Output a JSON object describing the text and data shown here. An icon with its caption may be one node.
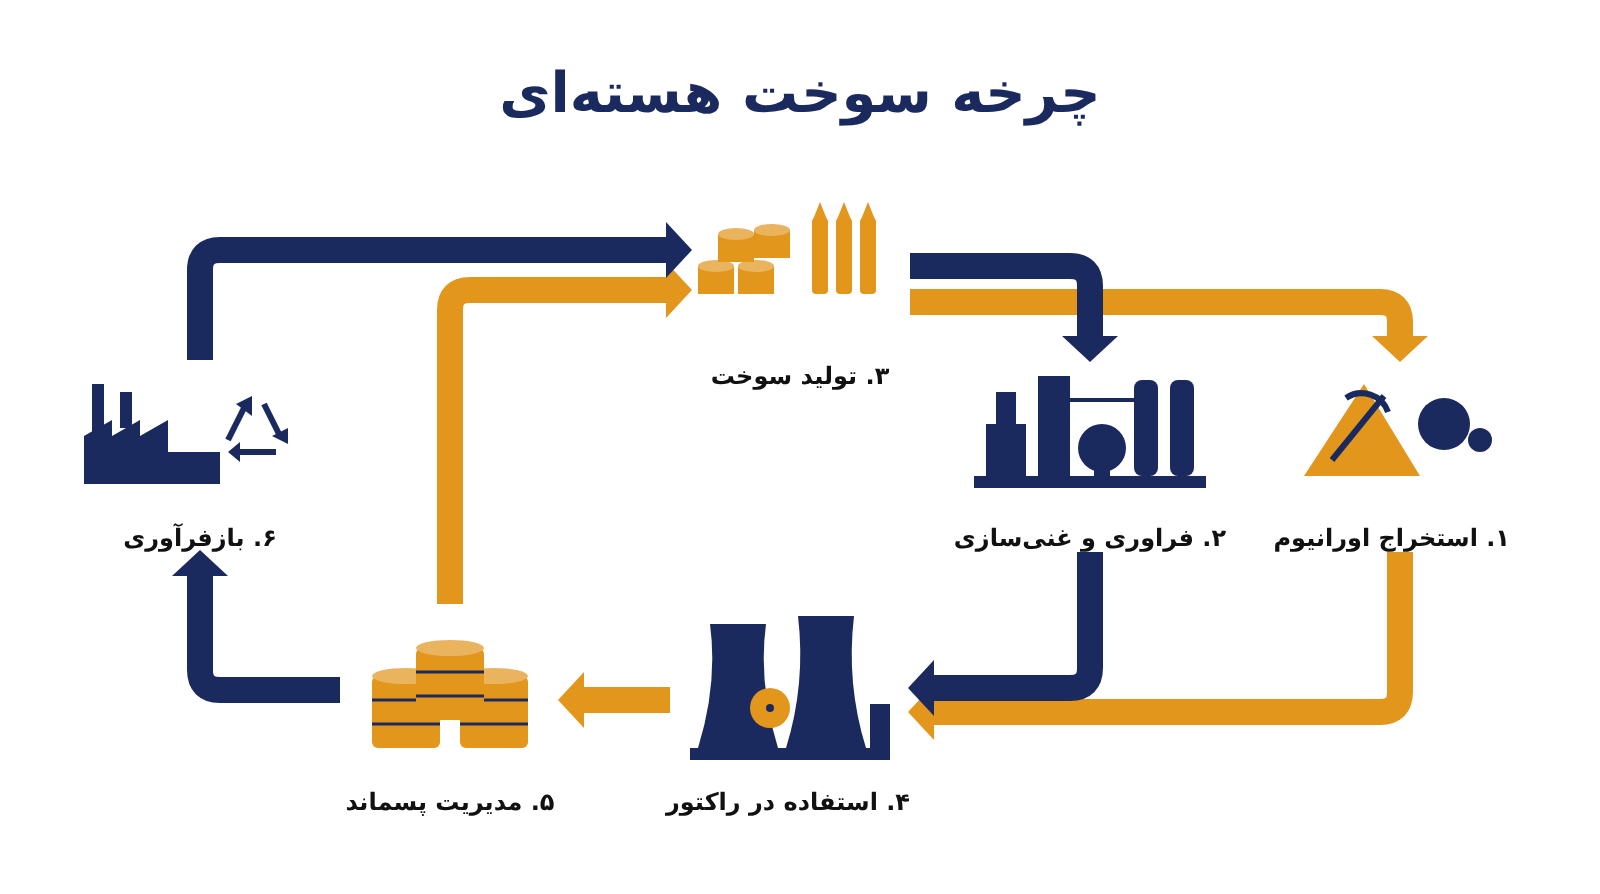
{
  "diagram": {
    "title": "چرخه سوخت هسته‌ای",
    "nodes": [
      {
        "text": [
          "۱. استخراج اورانیوم"
        ]
      },
      {
        "text": [
          "۲. فراوری و غنی‌سازی"
        ]
      },
      {
        "text": [
          "۳. تولید سوخت"
        ]
      },
      {
        "text": [
          "۴. استفاده در راکتور"
        ]
      },
      {
        "text": [
          "۵. مدیریت پسماند"
        ]
      },
      {
        "text": [
          "۶. بازفرآوری"
        ]
      }
    ],
    "edges": [
      {
        "from": 2,
        "to": 0,
        "arrow": "to",
        "color": "#e3961c"
      },
      {
        "from": 0,
        "to": 3,
        "arrow": "to",
        "color": "#e3961c"
      },
      {
        "from": 3,
        "to": 4,
        "arrow": "to",
        "color": "#e3961c"
      },
      {
        "from": 4,
        "to": 2,
        "arrow": "to",
        "color": "#e3961c"
      },
      {
        "from": 5,
        "to": 2,
        "arrow": "to",
        "color": "#1b2a5e"
      },
      {
        "from": 2,
        "to": 1,
        "arrow": "to",
        "color": "#1b2a5e"
      },
      {
        "from": 1,
        "to": 3,
        "arrow": "to",
        "color": "#1b2a5e"
      },
      {
        "from": 4,
        "to": 5,
        "arrow": "to",
        "color": "#1b2a5e"
      }
    ]
  }
}
